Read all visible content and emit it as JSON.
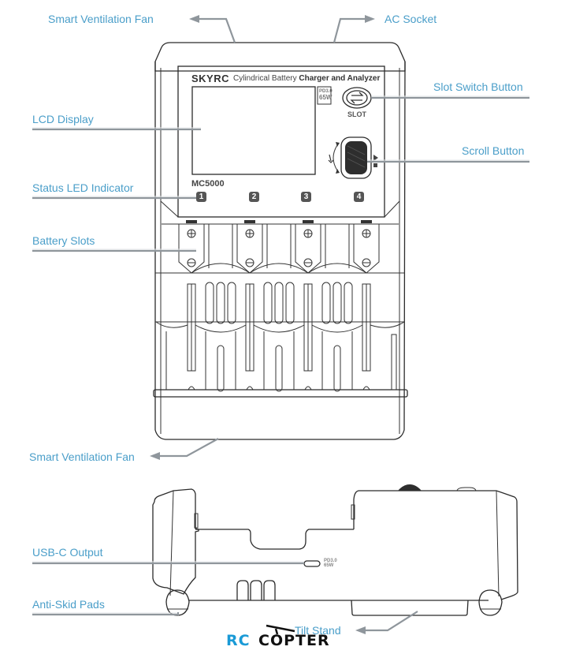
{
  "callouts": {
    "top_fan": "Smart Ventilation Fan",
    "ac_socket": "AC Socket",
    "slot_switch": "Slot Switch Button",
    "lcd": "LCD Display",
    "scroll": "Scroll Button",
    "status_led": "Status LED Indicator",
    "battery_slots": "Battery Slots",
    "bottom_fan": "Smart Ventilation Fan",
    "usbc": "USB-C Output",
    "anti_skid": "Anti-Skid Pads",
    "tilt_stand": "Tilt Stand"
  },
  "device": {
    "brand": "SKYRC",
    "subtitle_light": "Cylindrical Battery ",
    "subtitle_bold": "Charger and Analyzer",
    "model": "MC5000",
    "pd_badge_line1": "PD3.0",
    "pd_badge_line2": "65W",
    "slot_button_label": "SLOT",
    "slot_numbers": [
      "1",
      "2",
      "3",
      "4"
    ],
    "usbc_line1": "PD3.0",
    "usbc_line2": "65W"
  },
  "watermark": {
    "part1": "RC",
    "part2": "COPTER"
  },
  "colors": {
    "callout_text": "#4a9ec9",
    "leader_line": "#8f969c",
    "logo_blue": "#1a9ad6",
    "logo_black": "#111111"
  }
}
